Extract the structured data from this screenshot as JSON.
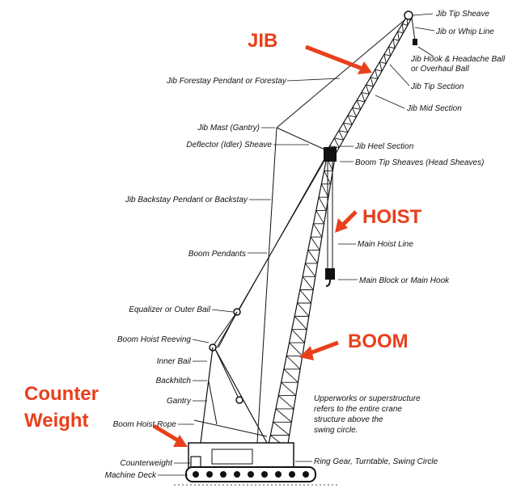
{
  "callouts": {
    "jib": "JIB",
    "hoist": "HOIST",
    "boom": "BOOM",
    "counterweight_1": "Counter",
    "counterweight_2": "Weight"
  },
  "labels": {
    "jib_tip_sheave": "Jib Tip Sheave",
    "jib_whip_line": "Jib or Whip Line",
    "jib_hook_1": "Jib Hook & Headache Ball",
    "jib_hook_2": "or Overhaul Ball",
    "jib_tip_section": "Jib Tip Section",
    "jib_mid_section": "Jib Mid Section",
    "jib_forestay": "Jib Forestay Pendant or Forestay",
    "jib_mast": "Jib Mast (Gantry)",
    "deflector_sheave": "Deflector (Idler) Sheave",
    "jib_heel_section": "Jib Heel Section",
    "boom_tip_sheaves": "Boom Tip Sheaves (Head Sheaves)",
    "jib_backstay": "Jib Backstay Pendant or Backstay",
    "main_hoist_line": "Main Hoist Line",
    "boom_pendants": "Boom Pendants",
    "main_block": "Main Block or Main Hook",
    "equalizer": "Equalizer or Outer Bail",
    "boom_hoist_reeving": "Boom Hoist Reeving",
    "inner_bail": "Inner Bail",
    "backhitch": "Backhitch",
    "gantry": "Gantry",
    "boom_hoist_rope": "Boom Hoist Rope",
    "counterweight": "Counterweight",
    "machine_deck": "Machine Deck",
    "ring_gear": "Ring Gear, Turntable, Swing Circle"
  },
  "note": [
    "Upperworks or superstructure",
    "refers to the entire crane",
    "structure above the",
    "swing circle."
  ],
  "colors": {
    "accent": "#e8401c",
    "ink": "#111111"
  }
}
